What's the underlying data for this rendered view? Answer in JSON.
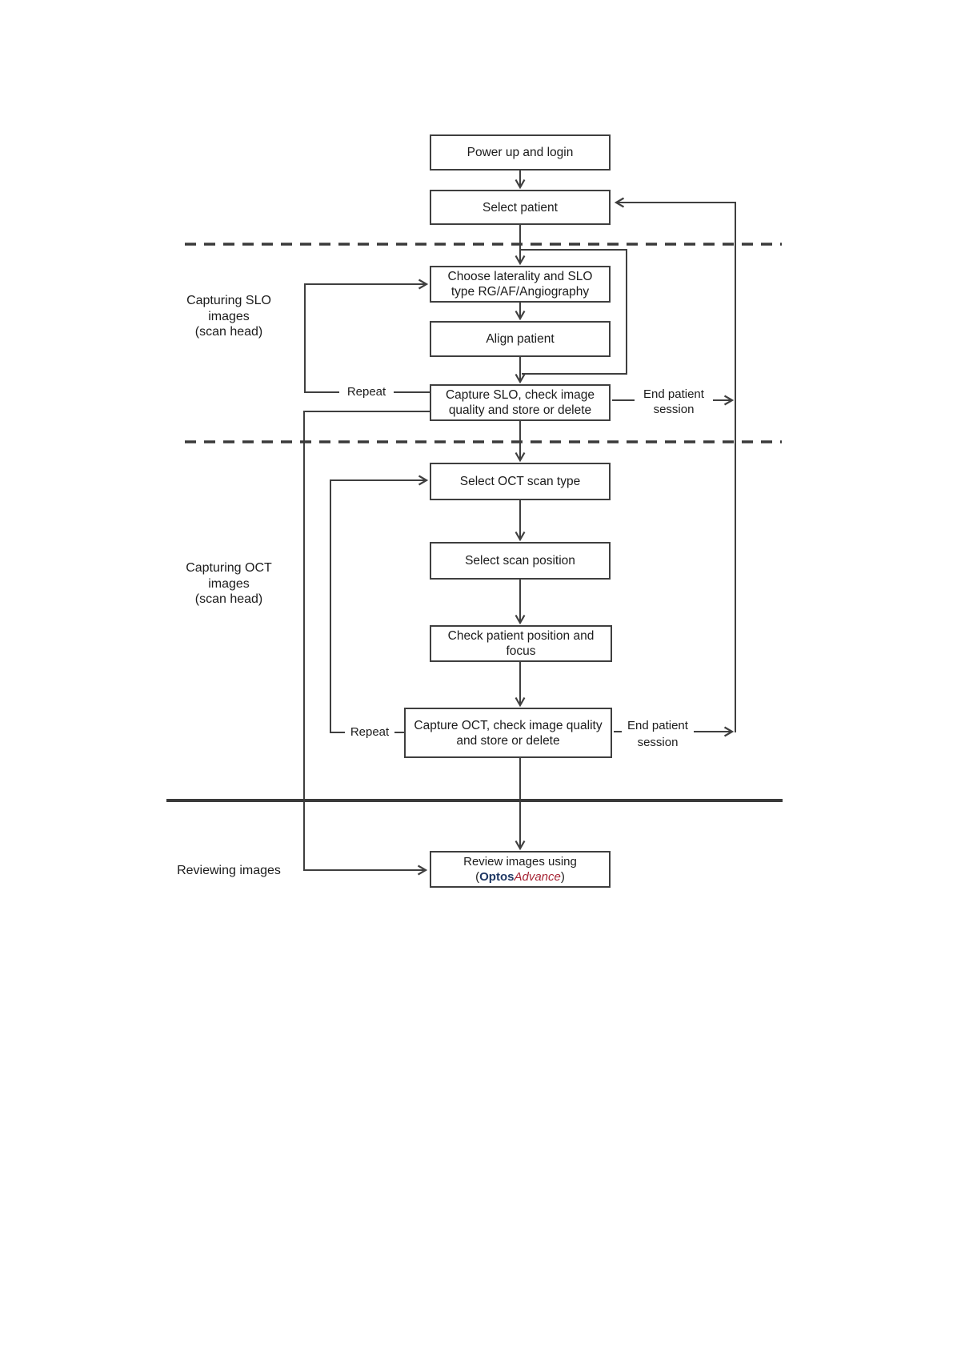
{
  "nodes": {
    "power_up": [
      "Power up and login"
    ],
    "select_patient": [
      "Select patient"
    ],
    "choose_laterality": [
      "Choose laterality and SLO",
      "type RG/AF/Angiography"
    ],
    "align_patient": [
      "Align patient"
    ],
    "capture_slo": [
      "Capture SLO, check image",
      "quality and store or delete"
    ],
    "select_oct_type": [
      "Select OCT scan type"
    ],
    "select_scan_position": [
      "Select scan position"
    ],
    "check_patient_position": [
      "Check patient position and",
      "focus"
    ],
    "capture_oct": [
      "Capture OCT, check image quality",
      "and store or delete"
    ],
    "review": {
      "line1": "Review images using",
      "open": "(",
      "brand_bold": "Optos",
      "brand_italic": "Advance",
      "close": ")"
    }
  },
  "sections": {
    "slo": [
      "Capturing SLO",
      "images",
      "(scan head)"
    ],
    "oct": [
      "Capturing OCT",
      "images",
      "(scan head)"
    ],
    "reviewing": [
      "Reviewing images"
    ]
  },
  "edge_labels": {
    "repeat_slo": "Repeat",
    "repeat_oct": "Repeat",
    "end_session_slo": [
      "End patient",
      "session"
    ],
    "end_session_oct": [
      "End patient",
      "session"
    ]
  },
  "colors": {
    "line": "#3f3f3f",
    "text": "#1c1c1c",
    "optos_navy": "#1f3864",
    "advance_red": "#a62434"
  }
}
